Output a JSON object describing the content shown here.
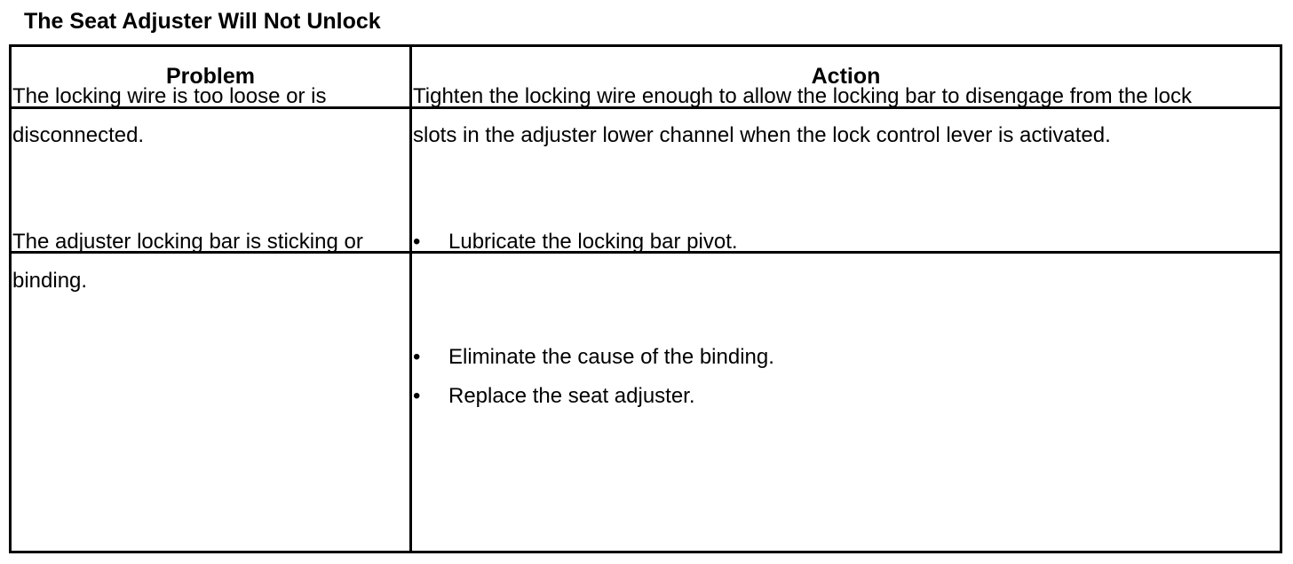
{
  "title": "The Seat Adjuster Will Not Unlock",
  "table": {
    "headers": {
      "problem": "Problem",
      "action": "Action"
    },
    "rows": [
      {
        "problem": "The locking wire is too loose or is disconnected.",
        "action": "Tighten the locking wire enough to allow the locking bar to disengage from the lock slots in the adjuster lower channel when the lock control lever is activated."
      },
      {
        "problem": "The adjuster locking bar is sticking or binding.",
        "actions": [
          "Lubricate the locking bar pivot.",
          "Eliminate the cause of the binding.",
          "Replace the seat adjuster."
        ]
      }
    ],
    "bullet_symbol": "•"
  }
}
